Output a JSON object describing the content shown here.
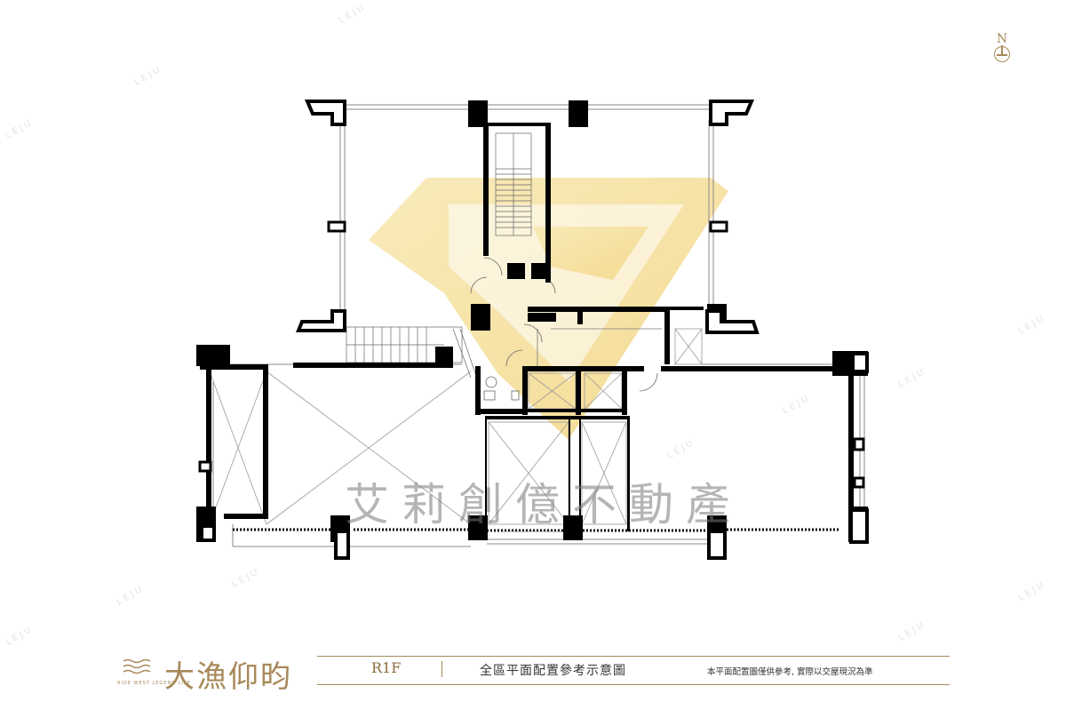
{
  "floor_label": "R1F",
  "caption": "全區平面配置參考示意圖",
  "disclaimer": "本平面配置圖僅供參考, 實際以交屋現況為準",
  "brand": {
    "name_cn": "大漁仰昀",
    "tagline": "RIDE WEST LEGEND LIFE"
  },
  "north_label": "N",
  "watermark_text": "LEJU",
  "stamp_text": "艾莉創億不動產",
  "colors": {
    "gold": "#a8895a",
    "wall": "#000000",
    "logo_yellow": "#f3d98a"
  }
}
